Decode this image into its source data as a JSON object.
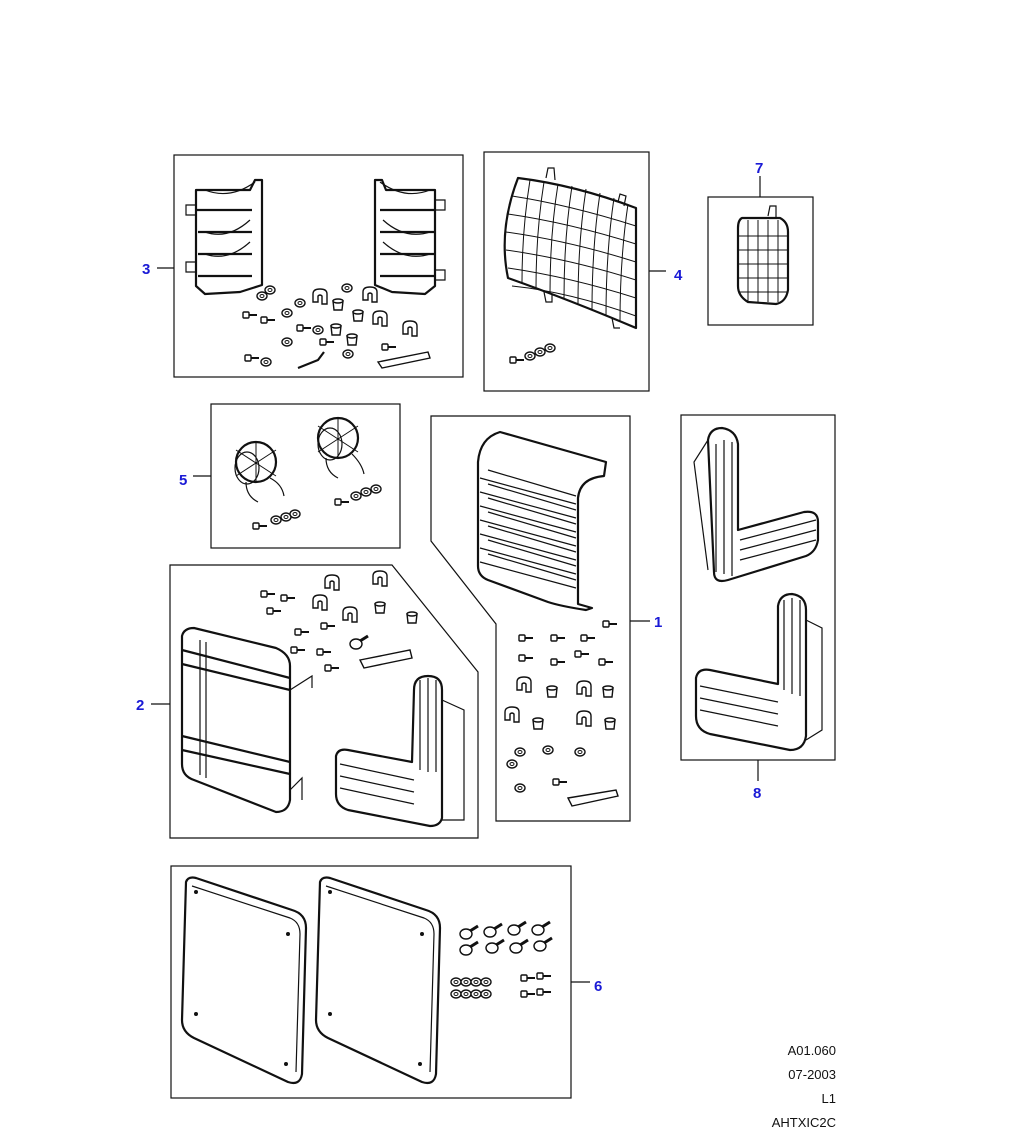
{
  "callouts": {
    "c1": "1",
    "c2": "2",
    "c3": "3",
    "c4": "4",
    "c5": "5",
    "c6": "6",
    "c7": "7",
    "c8": "8"
  },
  "reference": {
    "drawing_number": "A01.060",
    "date": "07-2003",
    "revision": "L1",
    "code": "AHTXIC2C"
  },
  "colors": {
    "callout": "#1a1ad6",
    "line": "#111111"
  }
}
